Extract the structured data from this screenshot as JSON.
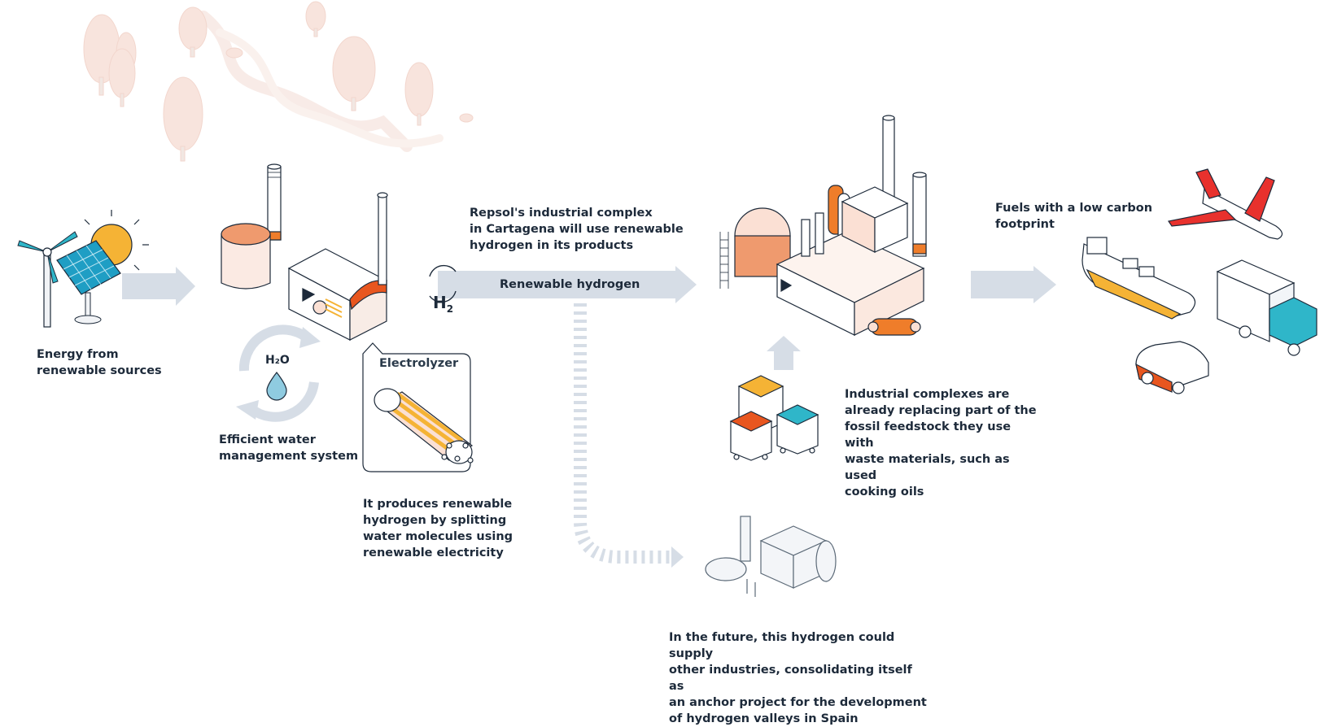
{
  "labels": {
    "renewable_sources": "Energy from\nrenewable sources",
    "water_management": "Efficient water\nmanagement system",
    "electrolyzer_title": "Electrolyzer",
    "electrolyzer_desc": "It produces renewable\nhydrogen by splitting\nwater molecules using\nrenewable electricity",
    "cartagena": "Repsol's industrial complex\nin Cartagena will use renewable\nhydrogen in its products",
    "renewable_hydrogen": "Renewable hydrogen",
    "h2_symbol": "H",
    "h2_subscript": "2",
    "h2o_symbol": "H₂O",
    "waste_materials": "Industrial complexes are\nalready replacing part of the\nfossil feedstock they use with\nwaste materials, such as used\ncooking oils",
    "low_carbon": "Fuels with a low carbon\nfootprint",
    "future": "In the future, this hydrogen could supply\nother industries, consolidating itself as\nan anchor project for the development\nof hydrogen valleys in Spain"
  },
  "colors": {
    "arrow": "#d6dde6",
    "orange": "#ef7d2a",
    "red": "#e8312d",
    "teal": "#2fb6c9",
    "yellow": "#f5b335",
    "text": "#1d2a3a",
    "faded_tree": "#f7d9cf"
  },
  "icons": [
    "wind-turbine-icon",
    "solar-panel-icon",
    "sun-icon",
    "factory-icon",
    "electrolyzer-icon",
    "water-drop-icon",
    "refinery-icon",
    "waste-bins-icon",
    "airplane-icon",
    "ship-icon",
    "truck-icon",
    "car-icon",
    "industry-icon",
    "tree-icon"
  ]
}
